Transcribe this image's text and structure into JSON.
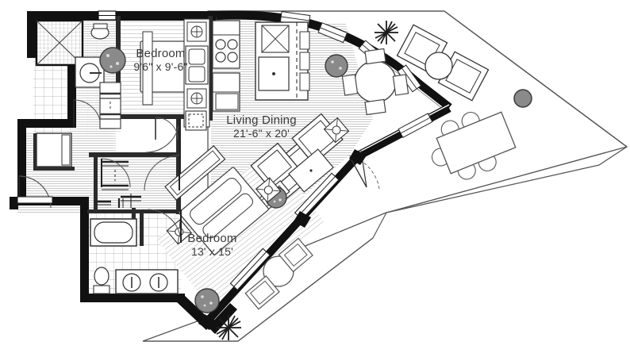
{
  "document": {
    "type": "architectural-floor-plan",
    "title": "Residence Floor Plan",
    "units": "feet-inches",
    "orientation": "plan-view"
  },
  "rooms": [
    {
      "id": "bedroom1",
      "name": "Bedroom",
      "dimensions": "9'6\" x 9'-6\""
    },
    {
      "id": "living",
      "name": "Living Dining",
      "dimensions": "21'-6\" x 20'"
    },
    {
      "id": "bedroom2",
      "name": "Bedroom",
      "dimensions": "13' x 15'"
    }
  ],
  "colors": {
    "wall_fill": "#111111",
    "line": "#333333",
    "thin_line": "#555555",
    "hatch": "#9a9a9a",
    "planter_fill": "#8a8a8a",
    "planter_stroke": "#3a3a3a",
    "background": "#ffffff",
    "text": "#3a3a3a"
  },
  "fixtures": {
    "kitchen": [
      "cooktop-four-burner",
      "sink-double",
      "island-counter",
      "base-cabinets",
      "upper-cabinets",
      "refrigerator"
    ],
    "bathroom_main": [
      "bathtub",
      "double-vanity-sink",
      "toilet",
      "tile-floor"
    ],
    "bathroom_en_suite": [
      "shower-stall",
      "vanity-sink",
      "toilet",
      "tile-floor"
    ],
    "utility": [
      "washer-dryer-stacked",
      "entry-closet"
    ],
    "closets": [
      "walk-in-closet-shelving",
      "linen-closet"
    ]
  },
  "furniture": {
    "living_dining": [
      "sofa",
      "loveseat",
      "armchair",
      "coffee-table",
      "end-table-lamp",
      "round-dining-table-four-chairs",
      "round-planter"
    ],
    "bedroom1": [
      "bed-double",
      "nightstand-lamp",
      "round-planter"
    ],
    "bedroom2": [
      "bed-queen",
      "nightstand-lamp-left",
      "nightstand-lamp-right",
      "round-planter"
    ],
    "terrace": [
      "outdoor-dining-table-six-chairs",
      "lounge-chair",
      "lounge-chair-second",
      "round-side-table",
      "round-planter",
      "palm-plant",
      "palm-plant-second",
      "round-outdoor-table",
      "outdoor-chair"
    ]
  },
  "openings": {
    "exterior_curved_wall_windows": 6,
    "entry_door": 1,
    "balcony_doors": 2,
    "interior_doors": 5
  }
}
